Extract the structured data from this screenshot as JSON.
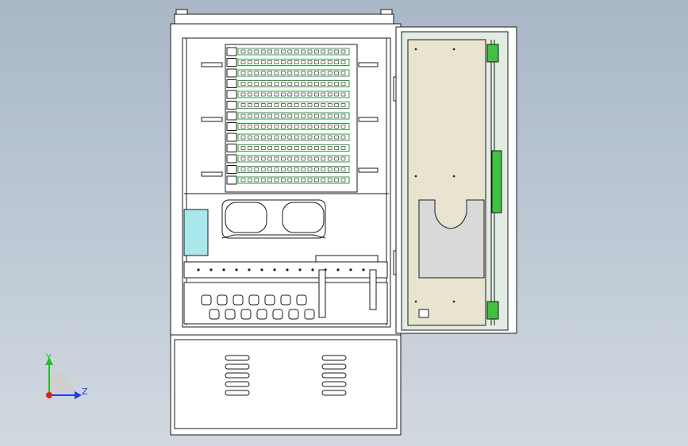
{
  "triad": {
    "y_label": "Y",
    "z_label": "Z",
    "colors": {
      "y": "#1ec31e",
      "z": "#1e3ce6",
      "origin": "#e01e1e"
    }
  },
  "colors": {
    "line": "#1a1a1a",
    "cabinet_face": "#ffffff",
    "door_panel": "#e8e4cf",
    "door_frame": "#e2ece2",
    "tray_green": "#2e9e3a",
    "hinge_green": "#3fc23f",
    "cyan_panel": "#a8e8ec",
    "gray_pocket": "#d9d9d9"
  },
  "tray_count": 13,
  "vent_rows": 5
}
